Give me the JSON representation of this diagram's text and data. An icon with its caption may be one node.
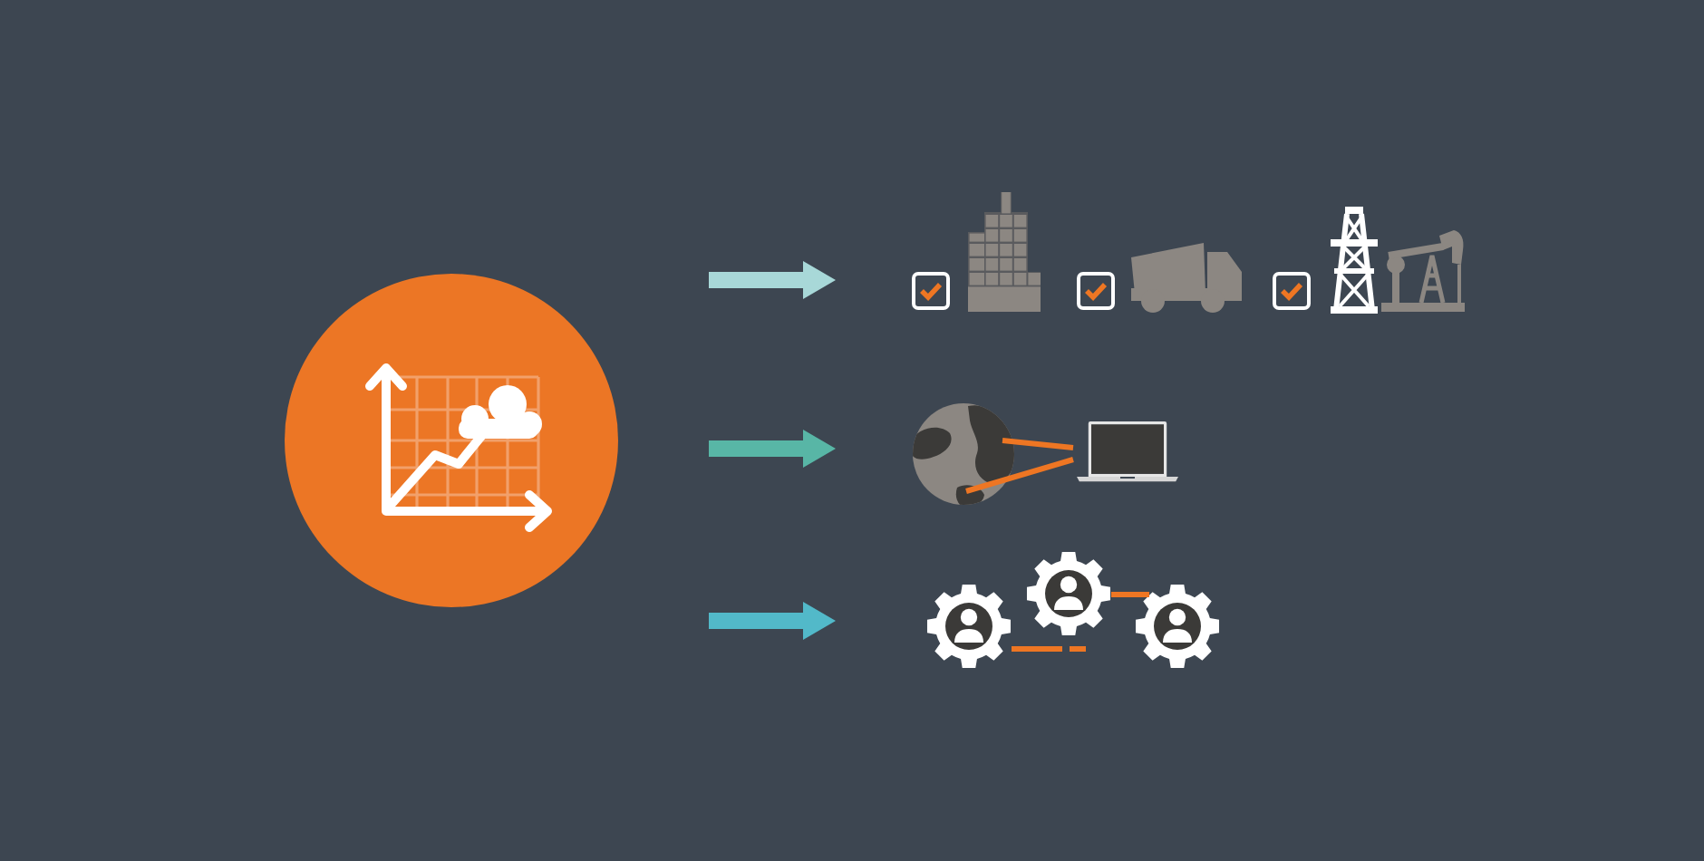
{
  "diagram": {
    "nodes": [
      {
        "text": [],
        "shape": "circle"
      },
      {
        "text": [],
        "shape": "picture"
      },
      {
        "text": [],
        "shape": "picture"
      },
      {
        "text": [],
        "shape": "picture"
      },
      {
        "text": [],
        "shape": "picture"
      },
      {
        "text": [],
        "shape": "picture"
      },
      {
        "text": [],
        "shape": "picture"
      },
      {
        "text": [],
        "shape": "picture"
      },
      {
        "text": [],
        "shape": "picture"
      }
    ],
    "edges": [
      {
        "from": 0,
        "to": 1,
        "arrow": "to",
        "style": "thick",
        "color": "#a8d8d8"
      },
      {
        "from": 0,
        "to": 4,
        "arrow": "to",
        "style": "thick",
        "color": "#58b6a6"
      },
      {
        "from": 0,
        "to": 6,
        "arrow": "to",
        "style": "thick",
        "color": "#52b9c9"
      },
      {
        "from": 4,
        "to": 5,
        "arrow": "none",
        "color": "#ee7623"
      },
      {
        "from": 4,
        "to": 5,
        "arrow": "none",
        "color": "#ee7623"
      },
      {
        "from": 6,
        "to": 8,
        "arrow": "none",
        "style": "dashed",
        "color": "#ee7623"
      },
      {
        "from": 7,
        "to": 8,
        "arrow": "none",
        "style": "dashed",
        "color": "#ee7623"
      }
    ]
  }
}
